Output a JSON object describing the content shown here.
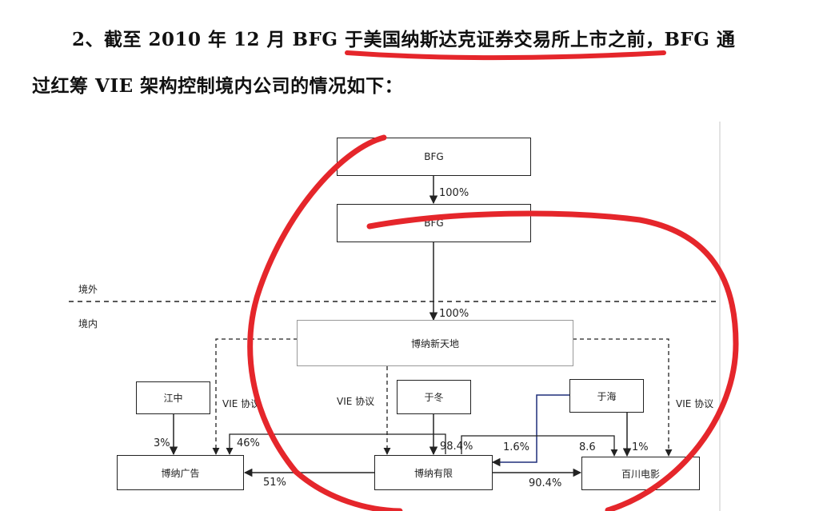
{
  "text": {
    "line1": "2、截至 2010 年 12 月 BFG 于美国纳斯达克证券交易所上市之前，BFG 通",
    "line2": "过红筹 VIE 架构控制境内公司的情况如下："
  },
  "diagram": {
    "nodes": {
      "bfg_top": "BFG",
      "bfg_sub": "BFG",
      "bona_xintiandi": "博纳新天地",
      "jiangzhong": "江中",
      "yudong": "于冬",
      "yuhai": "于海",
      "bona_ad": "博纳广告",
      "bona_ltd": "博纳有限",
      "baichuan": "百川电影"
    },
    "regions": {
      "overseas": "境外",
      "domestic": "境内"
    },
    "edges": {
      "bfg_to_sub": "100%",
      "sub_to_xintiandi": "100%",
      "vie_left": "VIE 协议",
      "vie_mid": "VIE 协议",
      "vie_right": "VIE 协议",
      "jiang_to_ad": "3%",
      "ltd_to_ad_46": "46%",
      "ltd_to_ad_51": "51%",
      "yudong_to_ltd": "98.4%",
      "yuhai_to_ltd": "1.6%",
      "yuhai_to_baichuan_86": "8.6",
      "yuhai_to_baichuan_1": "1%",
      "ltd_to_baichuan": "90.4%"
    }
  },
  "colors": {
    "annotation_red": "#e5262b",
    "yuhai_link_blue": "#1f2f7a"
  }
}
